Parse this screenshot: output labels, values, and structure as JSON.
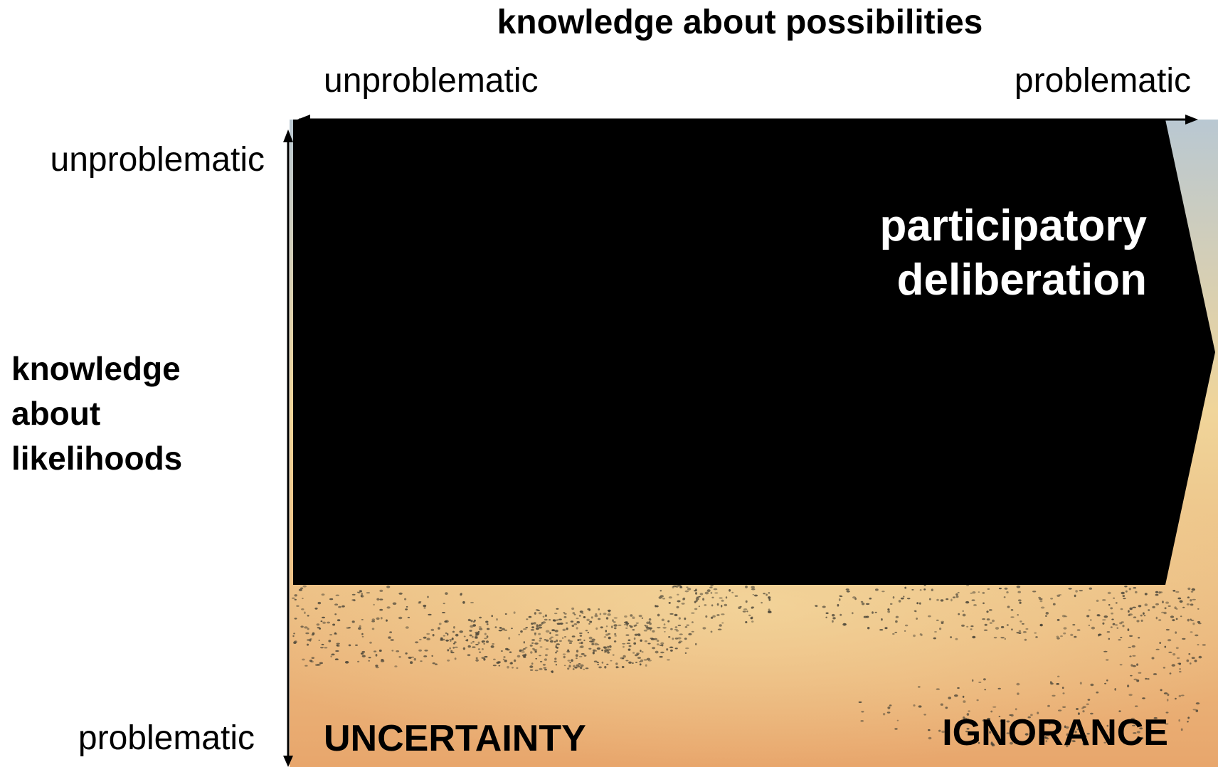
{
  "diagram": {
    "x_axis": {
      "title": "knowledge about possibilities",
      "low_label": "unproblematic",
      "high_label": "problematic"
    },
    "y_axis": {
      "title_lines": [
        "knowledge",
        "about",
        "likelihoods"
      ],
      "low_label": "unproblematic",
      "high_label": "problematic"
    },
    "arrow": {
      "text_lines": [
        "participatory",
        "deliberation"
      ],
      "fill_color": "#000000",
      "text_color": "#ffffff"
    },
    "regions": {
      "uncertainty": "UNCERTAINTY",
      "ignorance": "IGNORANCE"
    },
    "background": {
      "sky_top_color": "#b9c8d2",
      "sky_mid_color": "#f0d59a",
      "sky_bottom_color": "#e8a66c",
      "bird_color": "#4a4538"
    }
  }
}
